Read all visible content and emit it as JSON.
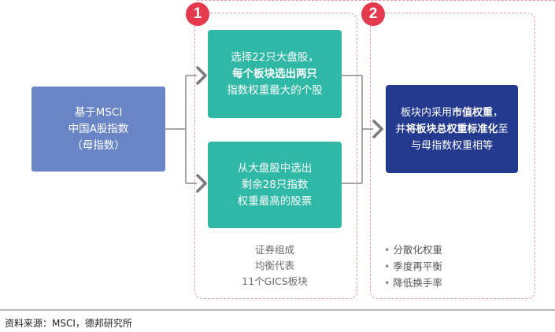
{
  "badges": {
    "step1": "1",
    "step2": "2"
  },
  "source_box": {
    "lines": [
      "基于MSCI",
      "中国A股指数",
      "（母指数）"
    ]
  },
  "teal_top": {
    "line1": "选择22只大盘股，",
    "line2_bold": "每个板块选出两只",
    "line3": "指数权重最大的个股"
  },
  "teal_bottom": {
    "lines": [
      "从大盘股中选出",
      "剩余28只指数",
      "权重最高的股票"
    ]
  },
  "navy_box": {
    "line1_pre": "板块内采用",
    "line1_bold": "市值权重",
    "line1_post": "，",
    "line2_pre": "并",
    "line2_bold": "将板块总权重标准化",
    "line2_post": "至",
    "line3": "与母指数权重相等"
  },
  "panel1_notes": [
    "证券组成",
    "均衡代表",
    "11个GICS板块"
  ],
  "panel2_bullets": [
    "分散化权重",
    "季度再平衡",
    "降低换手率"
  ],
  "footer": {
    "source": "资料来源：MSCI，德邦研究所"
  },
  "colors": {
    "badge": "#e5394d",
    "teal": "#2eb8a5",
    "navy": "#243a8f",
    "blue": "#6985c6",
    "dashed": "#e89aa3"
  }
}
